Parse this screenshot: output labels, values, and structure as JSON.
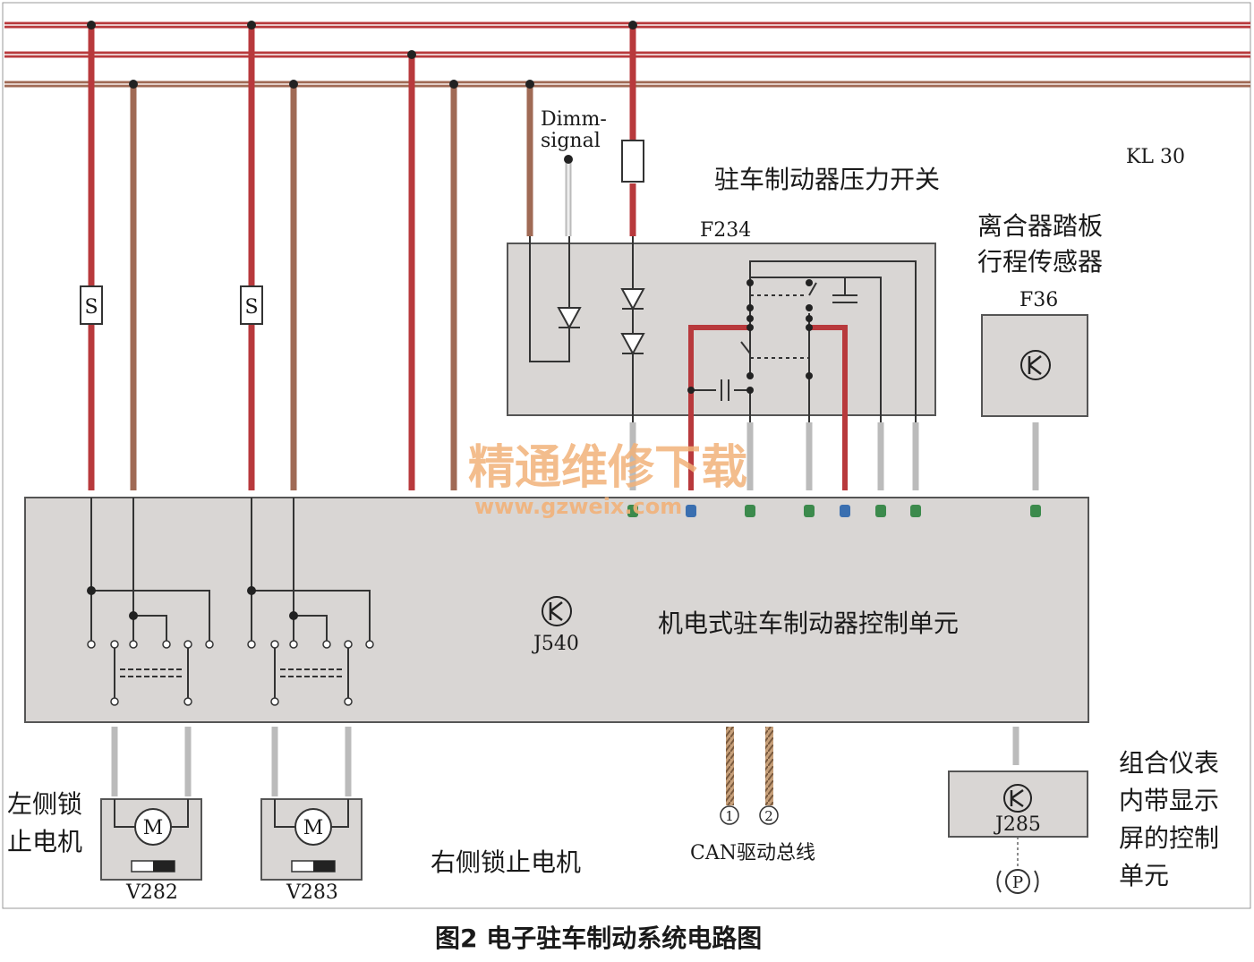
{
  "caption": "图2 电子驻车制动系统电路图",
  "power_label": "KL 30",
  "dimm_signal_line1": "Dimm-",
  "dimm_signal_line2": "signal",
  "pressure_switch": {
    "name": "驻车制动器压力开关",
    "code": "F234"
  },
  "clutch_sensor": {
    "name_line1": "离合器踏板",
    "name_line2": "行程传感器",
    "code": "F36"
  },
  "control_unit": {
    "name": "机电式驻车制动器控制单元",
    "code": "J540"
  },
  "motor_left": {
    "name_line1": "左侧锁",
    "name_line2": "止电机",
    "code": "V282"
  },
  "motor_right": {
    "name": "右侧锁止电机",
    "code": "V283"
  },
  "can_bus": {
    "label": "CAN驱动总线",
    "pin1": "1",
    "pin2": "2"
  },
  "instrument": {
    "name_line1": "组合仪表",
    "name_line2": "内带显示",
    "name_line3": "屏的控制",
    "name_line4": "单元",
    "code": "J285"
  },
  "fuse_label": "S",
  "motor_symbol": "M",
  "parking_symbol": "P",
  "watermark": {
    "title": "精通维修下载",
    "url": "www.gzweix.com"
  },
  "colors": {
    "wire_red": "#b8393c",
    "wire_brown": "#a06a55",
    "module_fill": "#d9d6d4",
    "connector_green": "#3c8a4c",
    "connector_blue": "#3a6fb0"
  }
}
